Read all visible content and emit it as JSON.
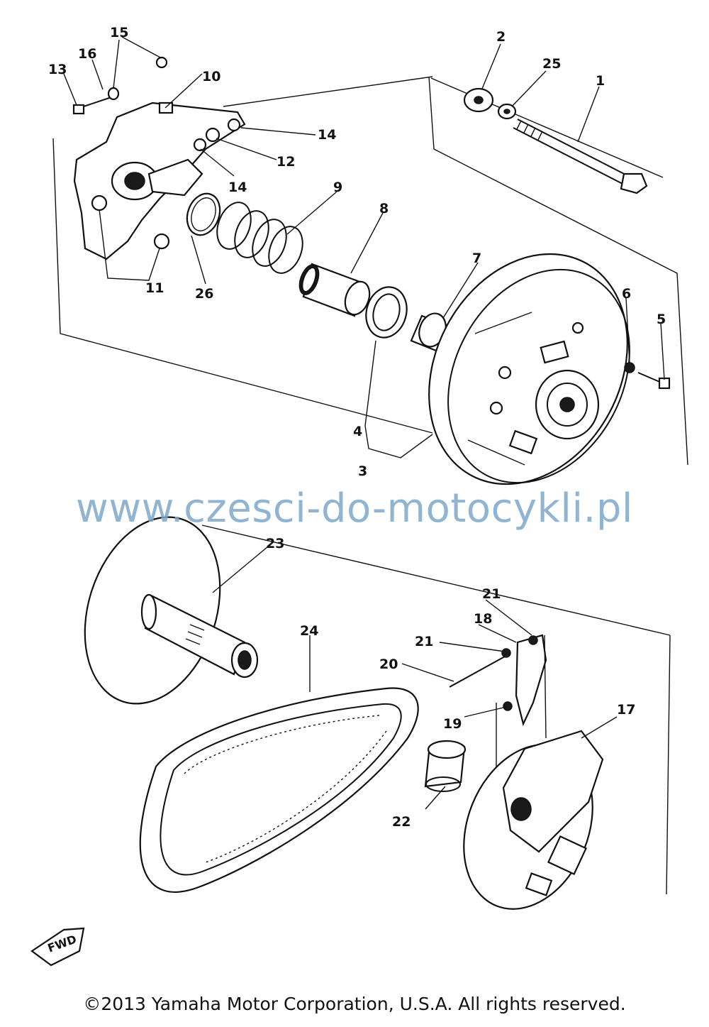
{
  "watermark_text": "www.czesci-do-motocykli.pl",
  "copyright_text": "©2013 Yamaha Motor Corporation, U.S.A. All rights reserved.",
  "fwd_label": "FWD",
  "callouts": {
    "c1": "1",
    "c2": "2",
    "c3": "3",
    "c4": "4",
    "c5": "5",
    "c6": "6",
    "c7": "7",
    "c8": "8",
    "c9": "9",
    "c10": "10",
    "c11": "11",
    "c12": "12",
    "c13": "13",
    "c14a": "14",
    "c14b": "14",
    "c15": "15",
    "c16": "16",
    "c17": "17",
    "c18": "18",
    "c19": "19",
    "c20": "20",
    "c21a": "21",
    "c21b": "21",
    "c22": "22",
    "c23": "23",
    "c24": "24",
    "c25": "25",
    "c26": "26"
  }
}
